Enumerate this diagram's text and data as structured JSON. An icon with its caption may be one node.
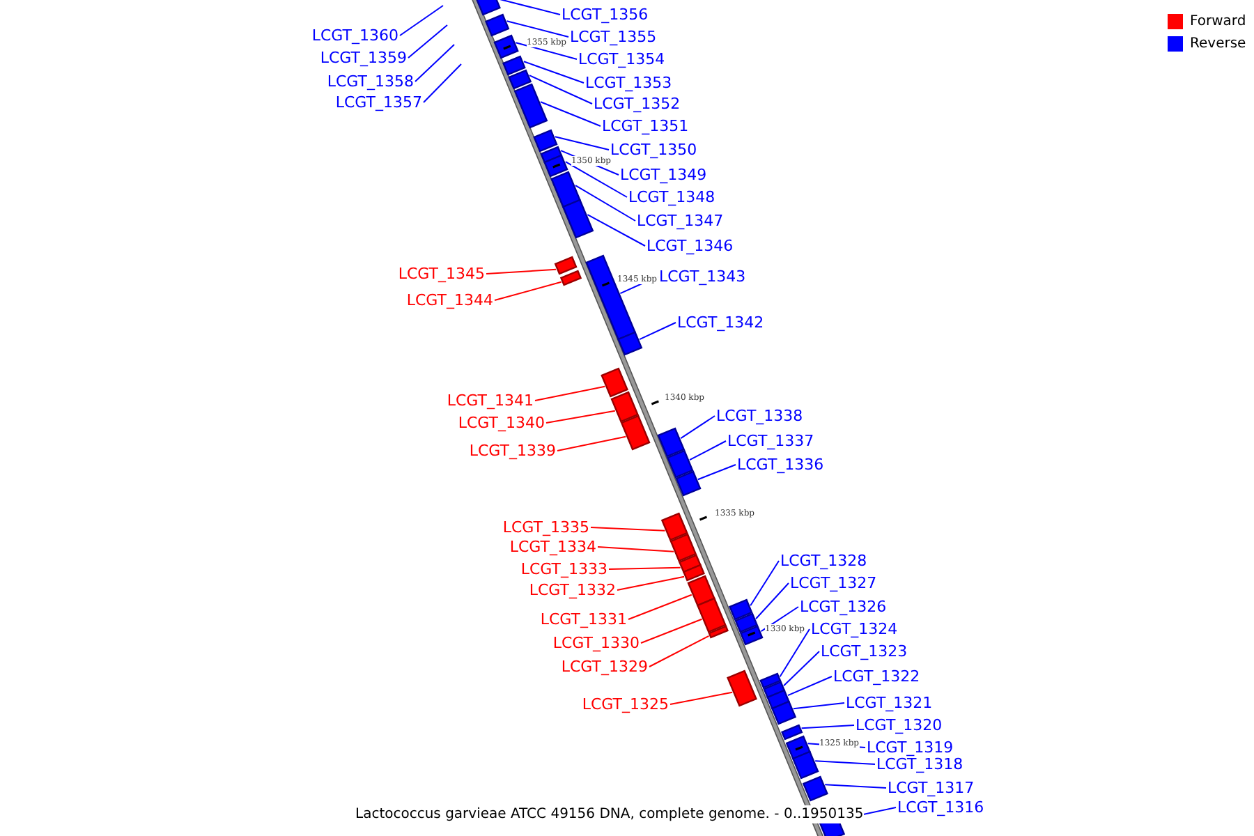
{
  "diagram": {
    "caption": "Lactococcus garvieae ATCC 49156 DNA, complete genome. - 0..1950135",
    "nodes": [
      {
        "text": [
          "LCGT_1356"
        ]
      },
      {
        "text": [],
        "shape": "bar"
      },
      {
        "text": [
          "LCGT_1360"
        ]
      },
      {
        "text": [
          "LCGT_1355"
        ]
      },
      {
        "text": [],
        "shape": "bar"
      },
      {
        "text": [
          "LCGT_1359"
        ]
      },
      {
        "text": [
          "LCGT_1354"
        ]
      },
      {
        "text": [],
        "shape": "bar"
      },
      {
        "text": [
          "LCGT_1358"
        ]
      },
      {
        "text": [
          "LCGT_1353"
        ]
      },
      {
        "text": [],
        "shape": "bar"
      },
      {
        "text": [
          "LCGT_1357"
        ]
      },
      {
        "text": [
          "LCGT_1352"
        ]
      },
      {
        "text": [],
        "shape": "bar"
      },
      {
        "text": [
          "LCGT_1351"
        ]
      },
      {
        "text": [],
        "shape": "bar"
      },
      {
        "text": [
          "LCGT_1350"
        ]
      },
      {
        "text": [],
        "shape": "bar"
      },
      {
        "text": [
          "LCGT_1349"
        ]
      },
      {
        "text": [],
        "shape": "bar"
      },
      {
        "text": [
          "LCGT_1348"
        ]
      },
      {
        "text": [],
        "shape": "bar"
      },
      {
        "text": [
          "LCGT_1347"
        ]
      },
      {
        "text": [],
        "shape": "bar"
      },
      {
        "text": [
          "LCGT_1346"
        ]
      },
      {
        "text": [],
        "shape": "bar"
      },
      {
        "text": [
          "LCGT_1345"
        ]
      },
      {
        "text": [],
        "shape": "bar"
      },
      {
        "text": [
          "LCGT_1343"
        ]
      },
      {
        "text": [],
        "shape": "bar"
      },
      {
        "text": [
          "LCGT_1344"
        ]
      },
      {
        "text": [],
        "shape": "bar"
      },
      {
        "text": [
          "LCGT_1342"
        ]
      },
      {
        "text": [],
        "shape": "bar"
      },
      {
        "text": [
          "LCGT_1341"
        ]
      },
      {
        "text": [],
        "shape": "bar"
      },
      {
        "text": [
          "LCGT_1340"
        ]
      },
      {
        "text": [],
        "shape": "bar"
      },
      {
        "text": [
          "LCGT_1338"
        ]
      },
      {
        "text": [],
        "shape": "bar"
      },
      {
        "text": [
          "LCGT_1337"
        ]
      },
      {
        "text": [],
        "shape": "bar"
      },
      {
        "text": [
          "LCGT_1339"
        ]
      },
      {
        "text": [],
        "shape": "bar"
      },
      {
        "text": [
          "LCGT_1336"
        ]
      },
      {
        "text": [],
        "shape": "bar"
      },
      {
        "text": [
          "LCGT_1335"
        ]
      },
      {
        "text": [],
        "shape": "bar"
      },
      {
        "text": [
          "LCGT_1334"
        ]
      },
      {
        "text": [],
        "shape": "bar"
      },
      {
        "text": [
          "LCGT_1328"
        ]
      },
      {
        "text": [],
        "shape": "bar"
      },
      {
        "text": [
          "LCGT_1333"
        ]
      },
      {
        "text": [],
        "shape": "bar"
      },
      {
        "text": [
          "LCGT_1327"
        ]
      },
      {
        "text": [],
        "shape": "bar"
      },
      {
        "text": [
          "LCGT_1332"
        ]
      },
      {
        "text": [],
        "shape": "bar"
      },
      {
        "text": [
          "LCGT_1326"
        ]
      },
      {
        "text": [],
        "shape": "bar"
      },
      {
        "text": [
          "LCGT_1331"
        ]
      },
      {
        "text": [],
        "shape": "bar"
      },
      {
        "text": [
          "LCGT_1324"
        ]
      },
      {
        "text": [],
        "shape": "bar"
      },
      {
        "text": [
          "LCGT_1330"
        ]
      },
      {
        "text": [],
        "shape": "bar"
      },
      {
        "text": [
          "LCGT_1323"
        ]
      },
      {
        "text": [],
        "shape": "bar"
      },
      {
        "text": [
          "LCGT_1329"
        ]
      },
      {
        "text": [],
        "shape": "bar"
      },
      {
        "text": [
          "LCGT_1322"
        ]
      },
      {
        "text": [],
        "shape": "bar"
      },
      {
        "text": [
          "LCGT_1321"
        ]
      },
      {
        "text": [],
        "shape": "bar"
      },
      {
        "text": [
          "LCGT_1325"
        ]
      },
      {
        "text": [],
        "shape": "bar"
      },
      {
        "text": [
          "LCGT_1320"
        ]
      },
      {
        "text": [],
        "shape": "bar"
      },
      {
        "text": [
          "LCGT_1319"
        ]
      },
      {
        "text": [],
        "shape": "bar"
      },
      {
        "text": [
          "LCGT_1318"
        ]
      },
      {
        "text": [],
        "shape": "bar"
      },
      {
        "text": [
          "LCGT_1317"
        ]
      },
      {
        "text": [],
        "shape": "bar"
      },
      {
        "text": [
          "LCGT_1316"
        ]
      },
      {
        "text": [],
        "shape": "bar"
      }
    ],
    "edges": [
      {
        "from": 0,
        "to": 1,
        "arrow": "none"
      },
      {
        "from": 2,
        "to": null,
        "arrow": "none"
      },
      {
        "from": 3,
        "to": 4,
        "arrow": "none"
      },
      {
        "from": 5,
        "to": null,
        "arrow": "none"
      },
      {
        "from": 6,
        "to": 7,
        "arrow": "none"
      },
      {
        "from": 8,
        "to": null,
        "arrow": "none"
      },
      {
        "from": 9,
        "to": 10,
        "arrow": "none"
      },
      {
        "from": 11,
        "to": null,
        "arrow": "none"
      },
      {
        "from": 12,
        "to": 13,
        "arrow": "none"
      },
      {
        "from": 14,
        "to": 15,
        "arrow": "none"
      },
      {
        "from": 16,
        "to": 17,
        "arrow": "none"
      },
      {
        "from": 18,
        "to": 19,
        "arrow": "none"
      },
      {
        "from": 20,
        "to": 21,
        "arrow": "none"
      },
      {
        "from": 22,
        "to": 23,
        "arrow": "none"
      },
      {
        "from": 24,
        "to": 25,
        "arrow": "none"
      },
      {
        "from": 26,
        "to": 27,
        "arrow": "none",
        "color": "#ff0000"
      },
      {
        "from": 28,
        "to": 29,
        "arrow": "none"
      },
      {
        "from": 30,
        "to": 31,
        "arrow": "none",
        "color": "#ff0000"
      },
      {
        "from": 32,
        "to": 33,
        "arrow": "none"
      },
      {
        "from": 34,
        "to": 35,
        "arrow": "none",
        "color": "#ff0000"
      },
      {
        "from": 36,
        "to": 37,
        "arrow": "none",
        "color": "#ff0000"
      },
      {
        "from": 38,
        "to": 39,
        "arrow": "none"
      },
      {
        "from": 40,
        "to": 41,
        "arrow": "none"
      },
      {
        "from": 42,
        "to": 43,
        "arrow": "none",
        "color": "#ff0000"
      },
      {
        "from": 44,
        "to": 45,
        "arrow": "none"
      },
      {
        "from": 46,
        "to": 47,
        "arrow": "none",
        "color": "#ff0000"
      },
      {
        "from": 48,
        "to": 49,
        "arrow": "none",
        "color": "#ff0000"
      },
      {
        "from": 50,
        "to": 51,
        "arrow": "none"
      },
      {
        "from": 52,
        "to": 53,
        "arrow": "none",
        "color": "#ff0000"
      },
      {
        "from": 54,
        "to": 55,
        "arrow": "none"
      },
      {
        "from": 56,
        "to": 57,
        "arrow": "none",
        "color": "#ff0000"
      },
      {
        "from": 58,
        "to": 59,
        "arrow": "none"
      },
      {
        "from": 60,
        "to": 61,
        "arrow": "none",
        "color": "#ff0000"
      },
      {
        "from": 62,
        "to": 63,
        "arrow": "none"
      },
      {
        "from": 64,
        "to": 65,
        "arrow": "none",
        "color": "#ff0000"
      },
      {
        "from": 66,
        "to": 67,
        "arrow": "none"
      },
      {
        "from": 68,
        "to": 69,
        "arrow": "none",
        "color": "#ff0000"
      },
      {
        "from": 70,
        "to": 71,
        "arrow": "none"
      },
      {
        "from": 72,
        "to": 73,
        "arrow": "none"
      },
      {
        "from": 74,
        "to": 75,
        "arrow": "none",
        "color": "#ff0000"
      },
      {
        "from": 76,
        "to": 77,
        "arrow": "none"
      },
      {
        "from": 78,
        "to": 79,
        "arrow": "none"
      },
      {
        "from": 80,
        "to": 81,
        "arrow": "none"
      },
      {
        "from": 82,
        "to": 83,
        "arrow": "none"
      },
      {
        "from": 84,
        "to": 85,
        "arrow": "none"
      }
    ],
    "labels": [
      "1355 kbp",
      "1350 kbp",
      "1345 kbp",
      "1340 kbp",
      "1335 kbp",
      "1330 kbp",
      "1325 kbp"
    ],
    "legend": [
      {
        "text": "Forward",
        "color": "#ff0000"
      },
      {
        "text": "Reverse",
        "color": "#0000ff"
      }
    ]
  }
}
